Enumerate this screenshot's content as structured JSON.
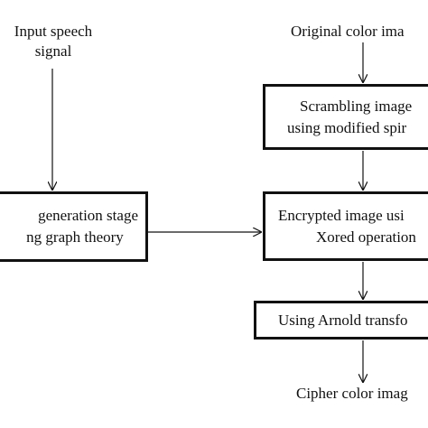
{
  "inputs": {
    "speech": [
      "Input speech",
      "signal"
    ],
    "color_image": "Original color ima"
  },
  "boxes": {
    "key_generation": [
      "generation stage",
      "ng graph theory"
    ],
    "scrambling": [
      "Scrambling image",
      "using modified spir"
    ],
    "encrypted": [
      "Encrypted image usi",
      "Xored operation"
    ],
    "arnold": "Using Arnold transfo"
  },
  "outputs": {
    "cipher": "Cipher color imag"
  },
  "colors": {
    "line": "#111111",
    "background": "#ffffff"
  }
}
